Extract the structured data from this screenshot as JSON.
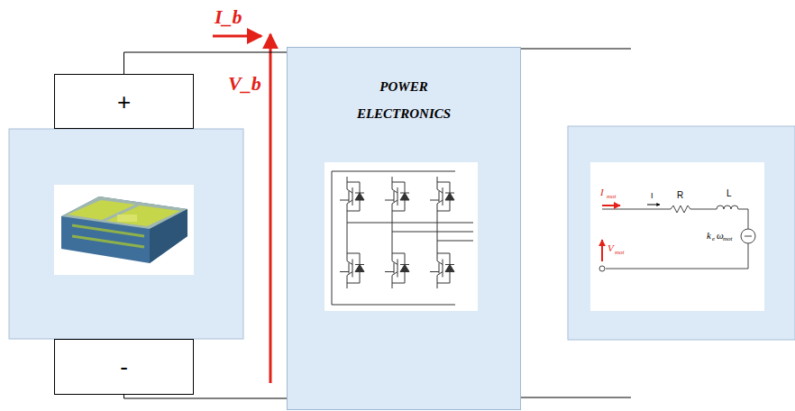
{
  "diagram": {
    "nodes": [
      {
        "text": [
          "+"
        ]
      },
      {
        "text": [
          "-"
        ]
      },
      {
        "text": [
          "POWER ELECTRONICS"
        ]
      }
    ],
    "edges": [
      {
        "from": 0,
        "to": 2,
        "arrow": "none"
      },
      {
        "from": 1,
        "to": 2,
        "arrow": "none"
      }
    ],
    "labels": [
      "I_b",
      "V_b",
      "I",
      "mot",
      "V",
      "mot",
      "I",
      "R",
      "L",
      "k",
      "e",
      "ω",
      "mot"
    ]
  }
}
